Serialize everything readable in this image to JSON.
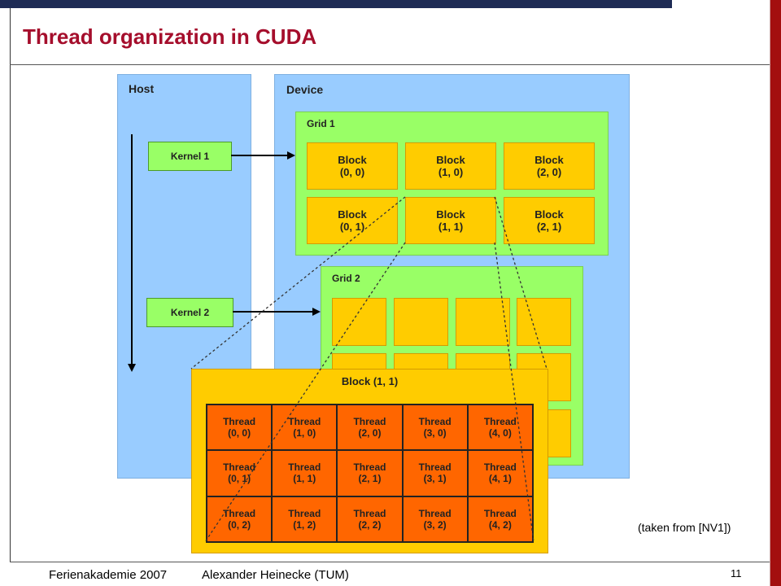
{
  "slide": {
    "title": "Thread organization in CUDA",
    "caption": "(taken from [NV1])",
    "footer_left": "Ferienakademie 2007",
    "footer_author": "Alexander Heinecke (TUM)",
    "page_number": "11"
  },
  "diagram": {
    "host_label": "Host",
    "device_label": "Device",
    "kernel1": "Kernel 1",
    "kernel2": "Kernel 2",
    "grid1_label": "Grid 1",
    "grid2_label": "Grid 2",
    "grid1_blocks": [
      "Block\n(0, 0)",
      "Block\n(1, 0)",
      "Block\n(2, 0)",
      "Block\n(0, 1)",
      "Block\n(1, 1)",
      "Block\n(2, 1)"
    ],
    "block_detail_label": "Block (1, 1)",
    "threads": [
      "Thread\n(0, 0)",
      "Thread\n(1, 0)",
      "Thread\n(2, 0)",
      "Thread\n(3, 0)",
      "Thread\n(4, 0)",
      "Thread\n(0, 1)",
      "Thread\n(1, 1)",
      "Thread\n(2, 1)",
      "Thread\n(3, 1)",
      "Thread\n(4, 1)",
      "Thread\n(0, 2)",
      "Thread\n(1, 2)",
      "Thread\n(2, 2)",
      "Thread\n(3, 2)",
      "Thread\n(4, 2)"
    ],
    "colors": {
      "panel": "#99ccff",
      "grid": "#99ff66",
      "block": "#ffcc00",
      "thread": "#ff6600",
      "title": "#a50e2c"
    }
  }
}
